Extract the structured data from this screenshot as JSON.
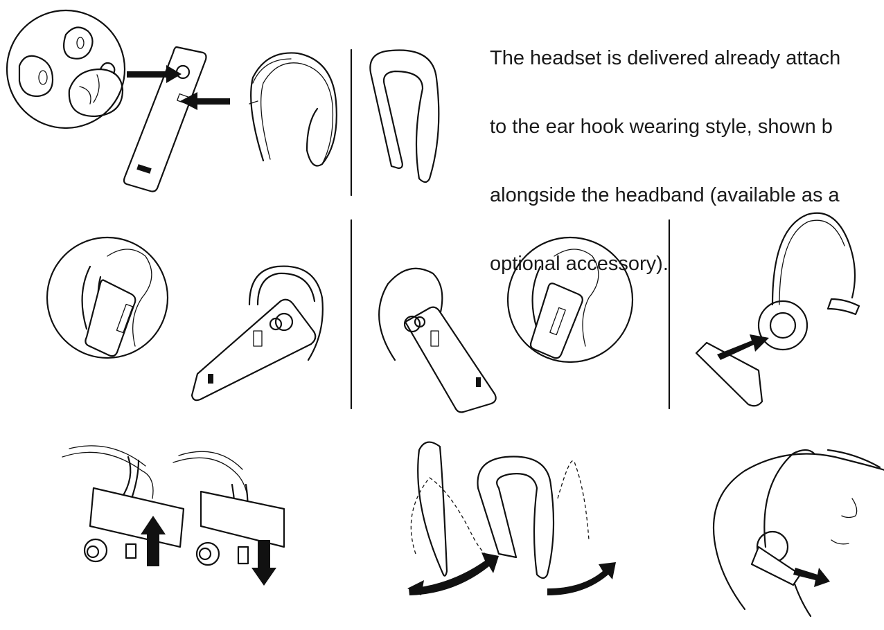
{
  "caption": {
    "lines": [
      "The headset is delivered already attach",
      "to the ear hook wearing style, shown b",
      "alongside the headband (available as a",
      "optional accessory)."
    ]
  },
  "icons": [
    "eartip-sizes-icon",
    "ear-hook-icon",
    "headband-icon",
    "wearing-arrow-icon"
  ]
}
